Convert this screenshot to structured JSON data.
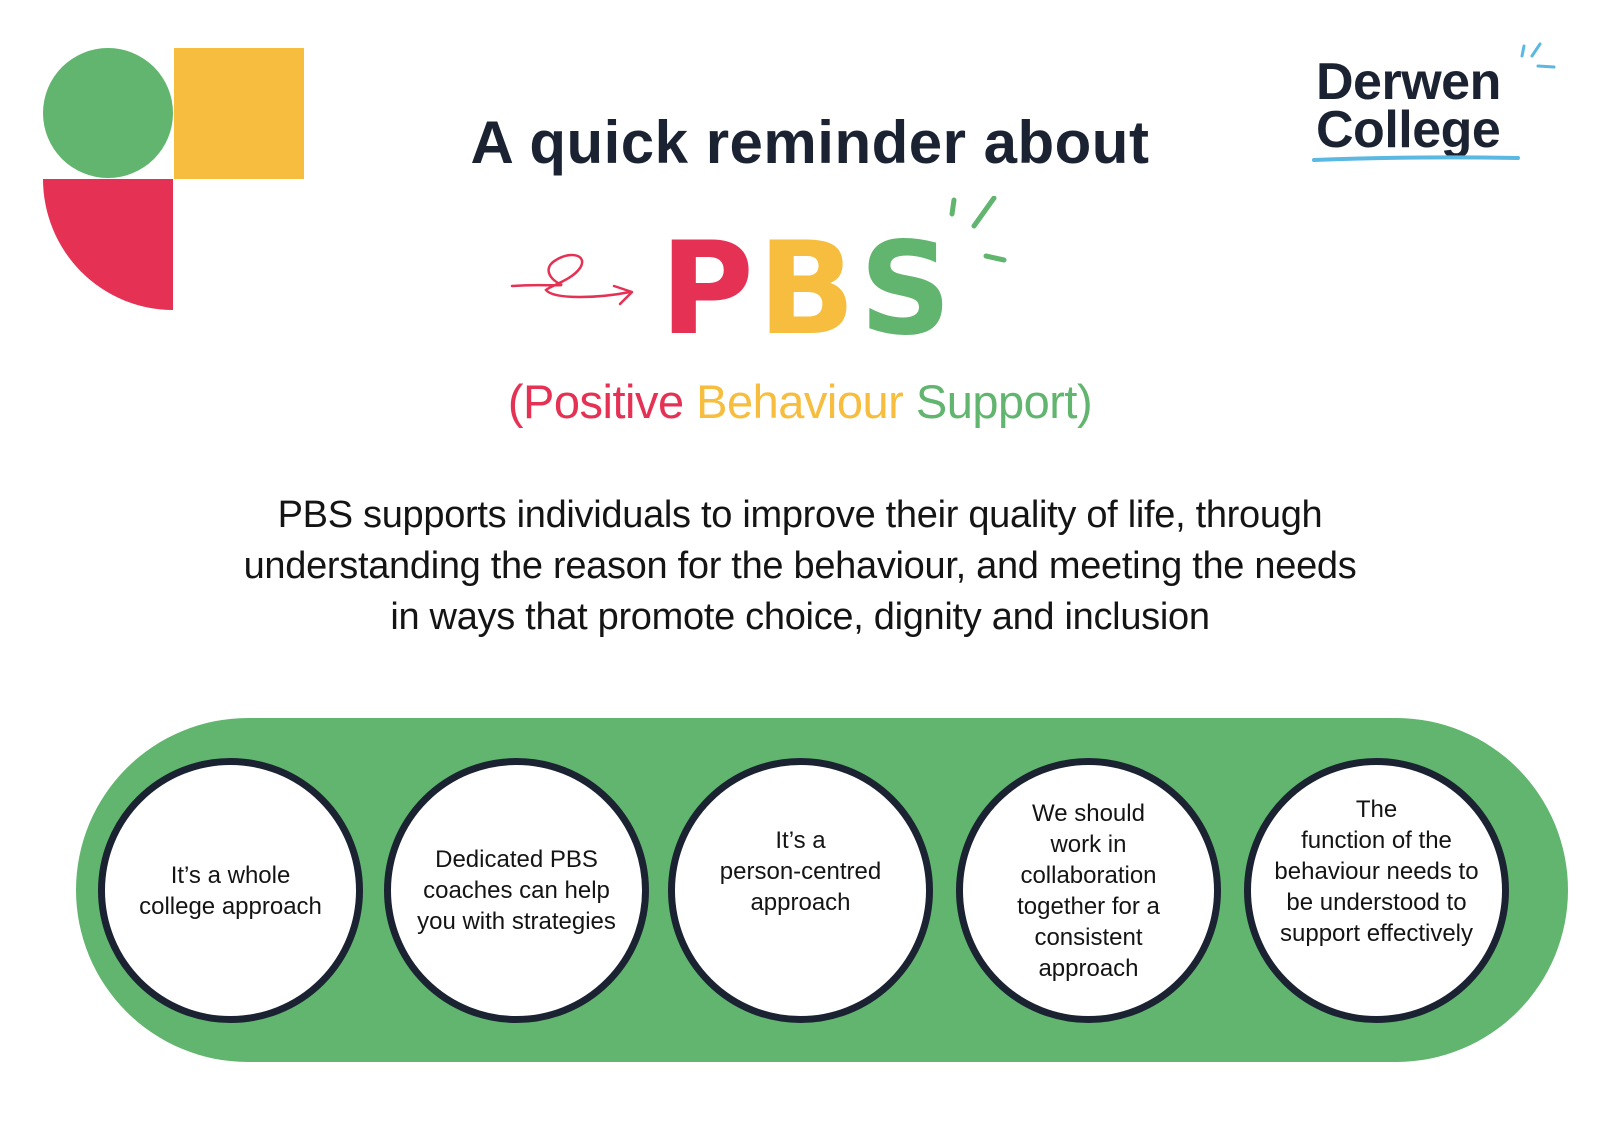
{
  "branding": {
    "college_name_line1": "Derwen",
    "college_name_line2": "College",
    "brand_colors": {
      "green": "#61b56f",
      "yellow": "#f6bd3e",
      "red": "#e53154",
      "navy": "#1b2333",
      "accent_blue": "#5bb8e0"
    }
  },
  "headline": "A quick reminder about",
  "acronym": {
    "letters": [
      "P",
      "B",
      "S"
    ]
  },
  "expansion": {
    "open": "(",
    "word1": "Positive",
    "word2": "Behaviour",
    "word3": "Support",
    "close": ")"
  },
  "intro": {
    "line1": "PBS supports individuals to improve their quality of life, through",
    "line2": "understanding the reason for the behaviour, and meeting the needs",
    "line3": "in ways that promote choice, dignity and inclusion"
  },
  "principles": [
    {
      "lines": [
        "It’s a whole",
        "college approach"
      ]
    },
    {
      "lines": [
        "Dedicated PBS",
        "coaches can help",
        "you with strategies"
      ]
    },
    {
      "lines": [
        "It’s a",
        "person-centred",
        "approach"
      ]
    },
    {
      "lines": [
        "We should",
        "work in",
        "collaboration",
        "together for a",
        "consistent",
        "approach"
      ]
    },
    {
      "lines": [
        "The",
        "function of the",
        "behaviour needs to",
        "be understood to",
        "support effectively"
      ]
    }
  ]
}
